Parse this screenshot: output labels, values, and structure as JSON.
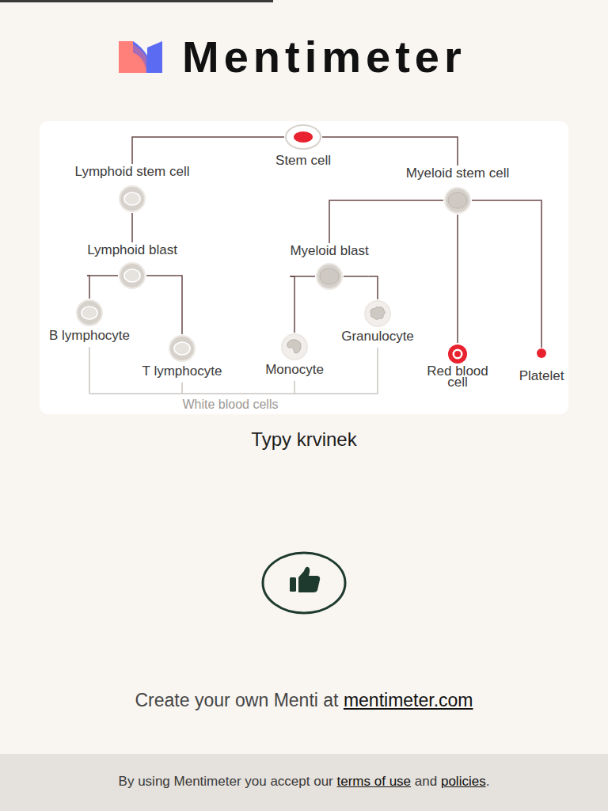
{
  "diagram": {
    "caption": "Typy krvinek",
    "nodes": [
      {
        "text": [
          "Stem cell"
        ]
      },
      {
        "text": [
          "Lymphoid stem cell"
        ]
      },
      {
        "text": [
          "Myeloid stem cell"
        ]
      },
      {
        "text": [
          "Lymphoid blast"
        ]
      },
      {
        "text": [
          "Myeloid blast"
        ]
      },
      {
        "text": [
          "B lymphocyte"
        ]
      },
      {
        "text": [
          "Granulocyte"
        ]
      },
      {
        "text": [
          "T lymphocyte"
        ]
      },
      {
        "text": [
          "Monocyte"
        ]
      },
      {
        "text": [
          "Red blood cell"
        ]
      },
      {
        "text": [
          "Platelet"
        ]
      }
    ],
    "edges": [
      {
        "from": 0,
        "to": 1,
        "arrow": "none"
      },
      {
        "from": 0,
        "to": 2,
        "arrow": "none"
      },
      {
        "from": 1,
        "to": 3,
        "arrow": "none"
      },
      {
        "from": 3,
        "to": 5,
        "arrow": "none"
      },
      {
        "from": 3,
        "to": 7,
        "arrow": "none"
      },
      {
        "from": 2,
        "to": 4,
        "arrow": "none"
      },
      {
        "from": 2,
        "to": 9,
        "arrow": "none"
      },
      {
        "from": 2,
        "to": 10,
        "arrow": "none"
      },
      {
        "from": 4,
        "to": 8,
        "arrow": "none"
      },
      {
        "from": 4,
        "to": 6,
        "arrow": "none"
      }
    ],
    "labels": [
      "Mentimeter",
      "White blood cells",
      "Create your own Menti at",
      "mentimeter.com",
      "By using Mentimeter you accept our",
      "terms of use",
      "and",
      "policies",
      "."
    ]
  }
}
